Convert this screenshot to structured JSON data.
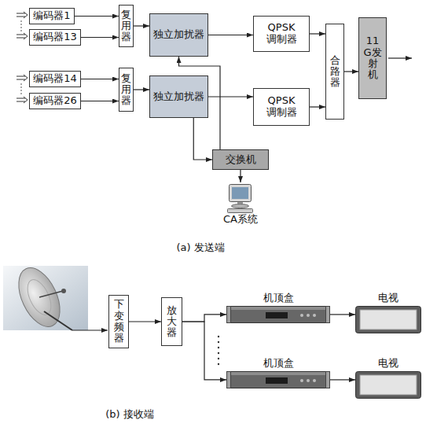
{
  "diagram": {
    "nodes": [
      {
        "text": [
          "编码器1"
        ]
      },
      {
        "text": [
          "编码器13"
        ]
      },
      {
        "text": [
          "复用器"
        ]
      },
      {
        "text": [
          "独立加扰器"
        ]
      },
      {
        "text": [
          "QPSK调制器"
        ]
      },
      {
        "text": [
          "合路器"
        ]
      },
      {
        "text": [
          "11G发射机"
        ]
      },
      {
        "text": [
          "编码器14"
        ]
      },
      {
        "text": [
          "编码器26"
        ]
      },
      {
        "text": [
          "复用器"
        ]
      },
      {
        "text": [
          "独立加扰器"
        ]
      },
      {
        "text": [
          "QPSK调制器"
        ]
      },
      {
        "text": [
          "交换机"
        ]
      },
      {
        "text": [
          "CA系统"
        ]
      },
      {
        "text": [
          "下变频器"
        ]
      },
      {
        "text": [
          "放大器"
        ]
      },
      {
        "text": [
          "机顶盒"
        ]
      },
      {
        "text": [
          "机顶盒"
        ]
      },
      {
        "text": [
          "电视"
        ]
      },
      {
        "text": [
          "电视"
        ]
      }
    ],
    "edges": [
      {
        "from": 0,
        "to": 2,
        "arrow": "to"
      },
      {
        "from": 1,
        "to": 2,
        "arrow": "to"
      },
      {
        "from": 2,
        "to": 3,
        "arrow": "to"
      },
      {
        "from": 3,
        "to": 4,
        "arrow": "to"
      },
      {
        "from": 4,
        "to": 5,
        "arrow": "to"
      },
      {
        "from": 5,
        "to": 6,
        "arrow": "to"
      },
      {
        "from": 7,
        "to": 9,
        "arrow": "to"
      },
      {
        "from": 8,
        "to": 9,
        "arrow": "to"
      },
      {
        "from": 9,
        "to": 10,
        "arrow": "to"
      },
      {
        "from": 10,
        "to": 11,
        "arrow": "to"
      },
      {
        "from": 11,
        "to": 5,
        "arrow": "to"
      },
      {
        "from": 12,
        "to": 3,
        "arrow": "to"
      },
      {
        "from": 10,
        "to": 12,
        "arrow": "to"
      },
      {
        "from": 12,
        "to": 13,
        "arrow": "to"
      },
      {
        "from": 14,
        "to": 15,
        "arrow": "to"
      },
      {
        "from": 15,
        "to": 16,
        "arrow": "to"
      },
      {
        "from": 15,
        "to": 17,
        "arrow": "to"
      },
      {
        "from": 16,
        "to": 18,
        "arrow": "to"
      },
      {
        "from": 17,
        "to": 19,
        "arrow": "to"
      }
    ],
    "labels": [
      "(a) 发送端",
      "(b) 接收端"
    ]
  }
}
